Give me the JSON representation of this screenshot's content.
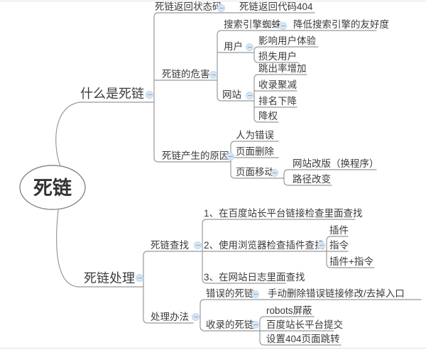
{
  "colors": {
    "background": "#ffffff",
    "line": "#999999",
    "text": "#3b3b3b",
    "collapse_icon_fill": "#d7e6f3",
    "collapse_icon_glyph": "#7fa8cf",
    "root_border": "#888888"
  },
  "icons": {
    "collapse": "minus-circle-icon"
  },
  "mindmap": {
    "root": {
      "label": "死链"
    },
    "branches": [
      {
        "label": "什么是死链",
        "children": [
          {
            "label": "死链返回状态码",
            "children": [
              {
                "label": "死链返回代码404"
              }
            ]
          },
          {
            "label": "死链的危害",
            "children": [
              {
                "label": "搜索引擎蜘蛛",
                "children": [
                  {
                    "label": "降低搜索引擎的友好度"
                  }
                ]
              },
              {
                "label": "用户",
                "children": [
                  {
                    "label": "影响用户体验"
                  },
                  {
                    "label": "损失用户"
                  }
                ]
              },
              {
                "label": "网站",
                "children": [
                  {
                    "label": "跳出率增加"
                  },
                  {
                    "label": "收录聚减"
                  },
                  {
                    "label": "排名下降"
                  },
                  {
                    "label": "降权"
                  }
                ]
              }
            ]
          },
          {
            "label": "死链产生的原因",
            "children": [
              {
                "label": "人为错误"
              },
              {
                "label": "页面删除"
              },
              {
                "label": "页面移动",
                "children": [
                  {
                    "label": "网站改版（换程序）"
                  },
                  {
                    "label": "路径改变"
                  }
                ]
              }
            ]
          }
        ]
      },
      {
        "label": "死链处理",
        "children": [
          {
            "label": "死链查找",
            "children": [
              {
                "label": "1、在百度站长平台链接检查里面查找"
              },
              {
                "label": "2、使用浏览器检查插件查找",
                "children": [
                  {
                    "label": "插件"
                  },
                  {
                    "label": "指令"
                  },
                  {
                    "label": "插件+指令"
                  }
                ]
              },
              {
                "label": "3、在网站日志里面查找"
              }
            ]
          },
          {
            "label": "处理办法",
            "children": [
              {
                "label": "错误的死链",
                "children": [
                  {
                    "label": "手动删除错误链接修改/去掉入口"
                  }
                ]
              },
              {
                "label": "收录的死链",
                "children": [
                  {
                    "label": "robots屏蔽"
                  },
                  {
                    "label": "百度站长平台提交"
                  },
                  {
                    "label": "设置404页面跳转"
                  }
                ]
              }
            ]
          }
        ]
      }
    ]
  }
}
